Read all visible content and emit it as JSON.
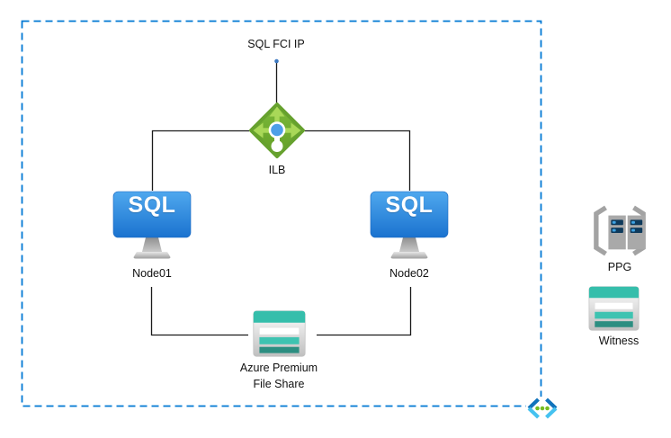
{
  "diagram": {
    "vip_label": "SQL FCI IP",
    "load_balancer": {
      "label": "ILB"
    },
    "nodes": [
      {
        "label": "Node01",
        "logo": "SQL"
      },
      {
        "label": "Node02",
        "logo": "SQL"
      }
    ],
    "file_share": {
      "label": "Azure Premium File Share"
    },
    "legend": {
      "ppg_label": "PPG",
      "witness_label": "Witness"
    },
    "colors": {
      "boundary_blue": "#0078D4",
      "connector_black": "#1a1a1a",
      "connection_dot_blue": "#3c78c0",
      "lb_green": "#6FAF2C",
      "lb_arrow_green": "#A9D858",
      "lb_center_blue": "#4D9FE8",
      "sql_blue_top": "#4FA8EE",
      "sql_blue_bottom": "#1A72CF",
      "teal_header": "#35BEAB",
      "teal_mid": "#3EC3B1",
      "teal_dark": "#2C8E81",
      "server_gray": "#A6A6A6",
      "server_bar_navy": "#0E3A5C",
      "vnet_dark_blue": "#1173BC",
      "vnet_light_blue": "#45C2F0",
      "vnet_green": "#76BC21"
    }
  }
}
